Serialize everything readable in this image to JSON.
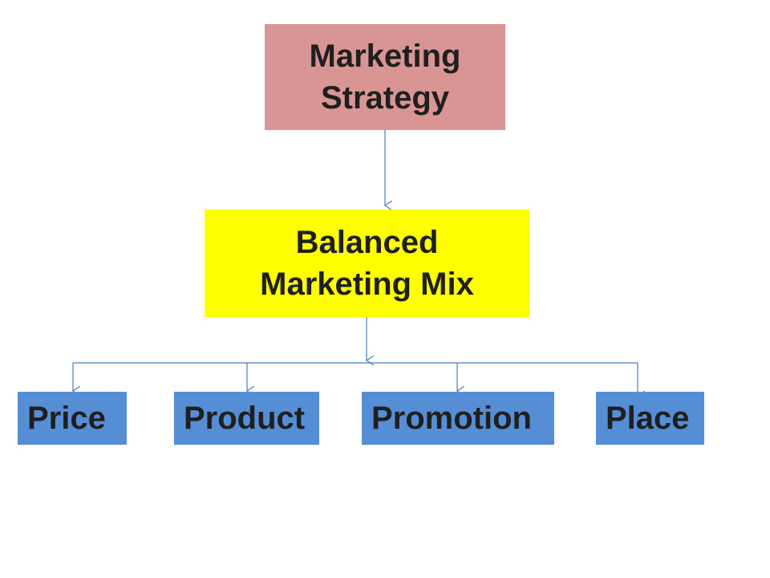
{
  "colors": {
    "strategy_fill": "#d99594",
    "mix_fill": "#ffff00",
    "leaf_fill": "#558ed5",
    "connector": "#4a7ebb"
  },
  "nodes": {
    "strategy": {
      "label": "Marketing\nStrategy"
    },
    "mix": {
      "label": "Balanced\nMarketing Mix"
    },
    "leaves": [
      {
        "label": "Price"
      },
      {
        "label": "Product"
      },
      {
        "label": "Promotion"
      },
      {
        "label": "Place"
      }
    ]
  },
  "edges": [
    {
      "from": "strategy",
      "to": "mix"
    },
    {
      "from": "mix",
      "to": "Price"
    },
    {
      "from": "mix",
      "to": "Product"
    },
    {
      "from": "mix",
      "to": "Promotion"
    },
    {
      "from": "mix",
      "to": "Place"
    }
  ]
}
